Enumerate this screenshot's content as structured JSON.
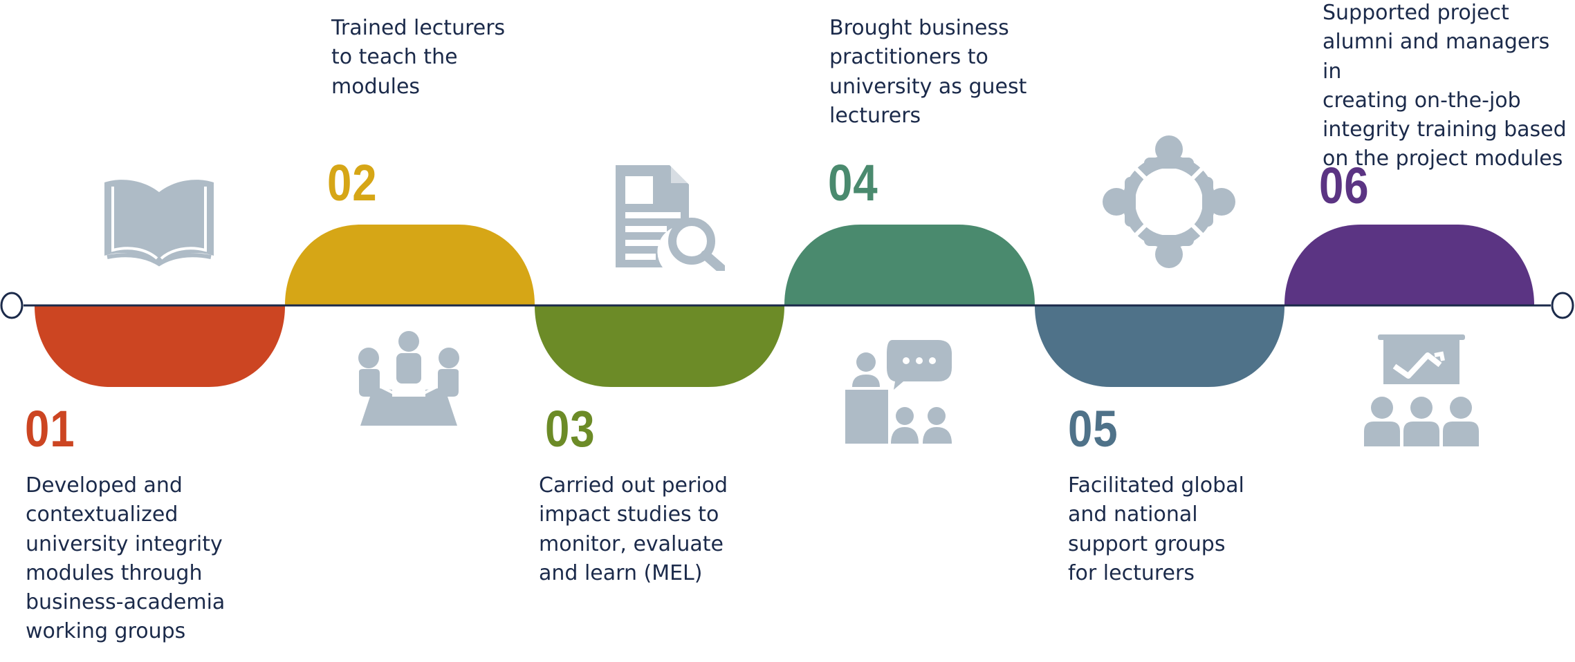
{
  "colors": {
    "line": "#1b2a4a",
    "icon": "#aebbc6",
    "step1": "#cc4522",
    "step2": "#d6a616",
    "step3": "#6c8b27",
    "step4": "#4a8a6e",
    "step5": "#4f7289",
    "step6": "#5b3483"
  },
  "steps": [
    {
      "number": "01",
      "text": "Developed and\ncontextualized\nuniversity integrity\nmodules through\nbusiness-academia\nworking groups",
      "icon": "open-book-icon"
    },
    {
      "number": "02",
      "text": "Trained lecturers\nto teach the\nmodules",
      "icon": "meeting-table-icon"
    },
    {
      "number": "03",
      "text": "Carried out period\nimpact studies to\nmonitor, evaluate\nand learn (MEL)",
      "icon": "document-search-icon"
    },
    {
      "number": "04",
      "text": "Brought business\npractitioners to\nuniversity as guest\nlecturers",
      "icon": "speaker-audience-icon"
    },
    {
      "number": "05",
      "text": "Facilitated global\nand national\nsupport groups\nfor lecturers",
      "icon": "group-circle-icon"
    },
    {
      "number": "06",
      "text": "Supported project\nalumni and managers in\ncreating on-the-job\nintegrity training based\non the project modules",
      "icon": "presentation-audience-icon"
    }
  ]
}
